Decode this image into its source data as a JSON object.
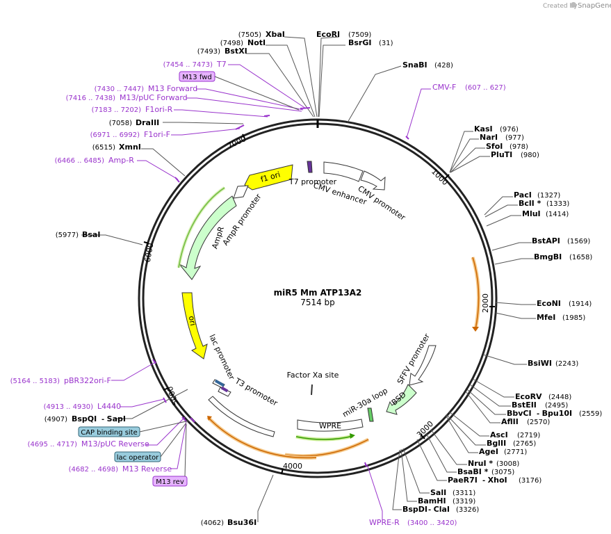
{
  "brand": {
    "prefix": "Created by",
    "name": "SnapGene"
  },
  "plasmid": {
    "name": "miR5 Mm ATP13A2",
    "length": "7514 bp"
  },
  "ticks": [
    "1000",
    "2000",
    "3000",
    "4000",
    "5000",
    "6000",
    "7000"
  ],
  "enzymes": [
    {
      "pos": "(7505)",
      "name": "XbaI"
    },
    {
      "pos": "(7498)",
      "name": "NotI"
    },
    {
      "pos": "(7493)",
      "name": "BstXI"
    },
    {
      "pos": "(7509)",
      "name": "EcoRI"
    },
    {
      "pos": "(31)",
      "name": "BsrGI"
    },
    {
      "pos": "(428)",
      "name": "SnaBI"
    },
    {
      "pos": "(976)",
      "name": "KasI"
    },
    {
      "pos": "(977)",
      "name": "NarI"
    },
    {
      "pos": "(978)",
      "name": "SfoI"
    },
    {
      "pos": "(980)",
      "name": "PluTI"
    },
    {
      "pos": "(1327)",
      "name": "PacI"
    },
    {
      "pos": "(1333)",
      "name": "BclI *"
    },
    {
      "pos": "(1414)",
      "name": "MluI"
    },
    {
      "pos": "(1569)",
      "name": "BstAPI"
    },
    {
      "pos": "(1658)",
      "name": "BmgBI"
    },
    {
      "pos": "(1914)",
      "name": "EcoNI"
    },
    {
      "pos": "(1985)",
      "name": "MfeI"
    },
    {
      "pos": "(2243)",
      "name": "BsiWI"
    },
    {
      "pos": "(2448)",
      "name": "EcoRV"
    },
    {
      "pos": "(2495)",
      "name": "BstEII"
    },
    {
      "pos": "(2559)",
      "name": "BbvCI",
      "name2": "Bpu10I"
    },
    {
      "pos": "(2570)",
      "name": "AflII"
    },
    {
      "pos": "(2719)",
      "name": "AscI"
    },
    {
      "pos": "(2765)",
      "name": "BglII"
    },
    {
      "pos": "(2771)",
      "name": "AgeI"
    },
    {
      "pos": "(3008)",
      "name": "NruI *"
    },
    {
      "pos": "(3075)",
      "name": "BsaBI *"
    },
    {
      "pos": "(3176)",
      "name": "PaeR7I",
      "name2": "XhoI"
    },
    {
      "pos": "(3311)",
      "name": "SalI"
    },
    {
      "pos": "(3319)",
      "name": "BamHI"
    },
    {
      "pos": "(3326)",
      "name": "BspDI",
      "name2": "ClaI"
    },
    {
      "pos": "(4062)",
      "name": "Bsu36I"
    },
    {
      "pos": "(4907)",
      "name": "BspQI",
      "name2": "SapI"
    },
    {
      "pos": "(5977)",
      "name": "BsaI"
    },
    {
      "pos": "(6515)",
      "name": "XmnI"
    },
    {
      "pos": "(7058)",
      "name": "DraIII"
    }
  ],
  "primers": [
    {
      "range": "(7454 .. 7473)",
      "name": "T7"
    },
    {
      "range": "(7430 .. 7447)",
      "name": "M13 Forward"
    },
    {
      "range": "(7416 .. 7438)",
      "name": "M13/pUC Forward"
    },
    {
      "range": "(7183 .. 7202)",
      "name": "F1ori-R"
    },
    {
      "range": "(6971 .. 6992)",
      "name": "F1ori-F"
    },
    {
      "range": "(6466 .. 6485)",
      "name": "Amp-R"
    },
    {
      "range": "(607 .. 627)",
      "name": "CMV-F"
    },
    {
      "range": "(5164 .. 5183)",
      "name": "pBR322ori-F"
    },
    {
      "range": "(4913 .. 4930)",
      "name": "L4440"
    },
    {
      "range": "(4695 .. 4717)",
      "name": "M13/pUC Reverse"
    },
    {
      "range": "(4682 .. 4698)",
      "name": "M13 Reverse"
    },
    {
      "range": "(3400 .. 3420)",
      "name": "WPRE-R"
    }
  ],
  "boxed_labels": [
    "M13 fwd",
    "CAP binding site",
    "lac operator",
    "M13 rev"
  ],
  "features": [
    "f1 ori",
    "AmpR promoter",
    "AmpR",
    "ori",
    "lac promoter",
    "T3 promoter",
    "T7 promoter",
    "CMV enhancer",
    "CMV promoter",
    "SFFV promoter",
    "BSD",
    "miR-30a loop",
    "WPRE",
    "Factor Xa site"
  ],
  "colors": {
    "backbone": "#222222",
    "primer": "#9933cc",
    "f1ori": "#ffff00",
    "ori": "#ffff00",
    "ampr": "#ccffcc",
    "bsd": "#ccffcc",
    "promoter": "#ffffff",
    "orange_orf": "#cc6600",
    "green_orf": "#339900",
    "boxed_primer": "#e6b3ff",
    "boxed_site": "#99ccdd"
  }
}
